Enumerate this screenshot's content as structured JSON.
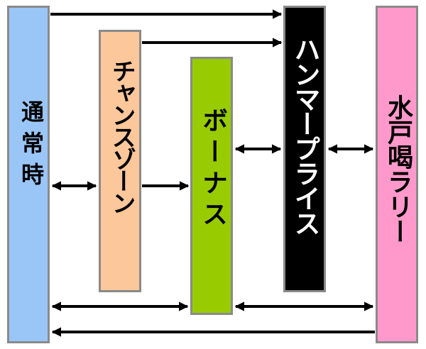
{
  "colors": {
    "normal": "#99c6f7",
    "chance": "#fcc79a",
    "bonus": "#99cc00",
    "hanma": "#000000",
    "mito": "#ff99cc",
    "border": "#8a8a8a",
    "arrow": "#000000"
  },
  "states": {
    "normal": "通常時",
    "chance": "チャンスゾーン",
    "bonus": "ボーナス",
    "hanma": "ハンマープライス",
    "mito": "水戸喝ラリー"
  }
}
